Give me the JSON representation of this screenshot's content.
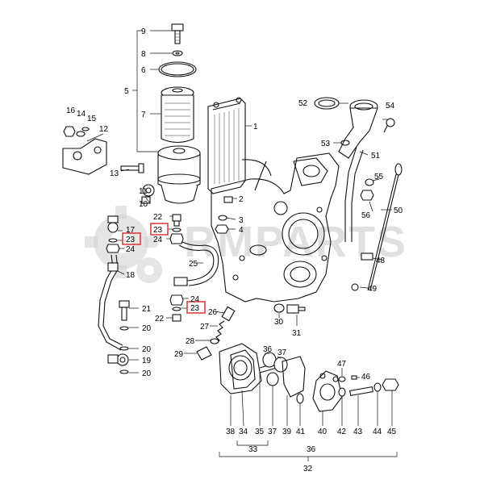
{
  "watermark": {
    "text": "RMPARTS"
  },
  "highlight_color": "#d9262a",
  "callouts": {
    "c1": "1",
    "c2": "2",
    "c3": "3",
    "c4": "4",
    "c5": "5",
    "c6": "6",
    "c7": "7",
    "c8": "8",
    "c9": "9",
    "c10": "10",
    "c11": "11",
    "c12": "12",
    "c13": "13",
    "c14": "14",
    "c15": "15",
    "c16": "16",
    "c17": "17",
    "c18": "18",
    "c19": "19",
    "c20a": "20",
    "c20b": "20",
    "c20c": "20",
    "c21": "21",
    "c22a": "22",
    "c22b": "22",
    "c23a": "23",
    "c23b": "23",
    "c23c": "23",
    "c24a": "24",
    "c24b": "24",
    "c24c": "24",
    "c25": "25",
    "c26": "26",
    "c27": "27",
    "c28": "28",
    "c29": "29",
    "c30": "30",
    "c31": "31",
    "c32": "32",
    "c33": "33",
    "c34": "34",
    "c35": "35",
    "c36a": "36",
    "c36b": "36",
    "c37a": "37",
    "c37b": "37",
    "c38": "38",
    "c39": "39",
    "c40": "40",
    "c41": "41",
    "c42": "42",
    "c43": "43",
    "c44": "44",
    "c45": "45",
    "c46": "46",
    "c47": "47",
    "c48": "48",
    "c49": "49",
    "c50": "50",
    "c51": "51",
    "c52": "52",
    "c53": "53",
    "c54": "54",
    "c55": "55",
    "c56": "56"
  }
}
